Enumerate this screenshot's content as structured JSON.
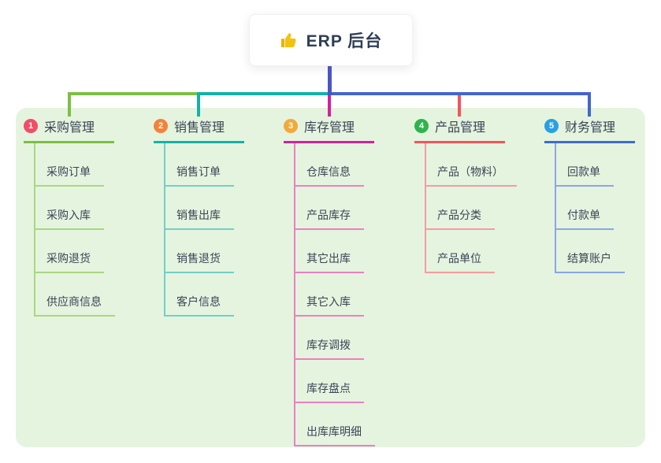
{
  "root": {
    "label": "ERP 后台",
    "icon": "thumbs-up"
  },
  "colors": {
    "page_bg": "#ffffff",
    "panel_bg": "#e5f4df",
    "root_text": "#2f3e55",
    "node_text": "#3b4456",
    "thumb_yellow": "#f4c20d"
  },
  "connectors": {
    "root_stem": "#4a54c6",
    "green": "#7cc043",
    "teal": "#11b3a8",
    "blue": "#4265d0",
    "magenta": "#d4219b",
    "red": "#f2545b"
  },
  "branches": [
    {
      "num": "1",
      "title": "采购管理",
      "badge_color": "#f14e68",
      "line_color": "#7cc043",
      "light_color": "#a9d780",
      "children": [
        "采购订单",
        "采购入库",
        "采购退货",
        "供应商信息"
      ]
    },
    {
      "num": "2",
      "title": "销售管理",
      "badge_color": "#f5813a",
      "line_color": "#11b3a8",
      "light_color": "#72cfc7",
      "children": [
        "销售订单",
        "销售出库",
        "销售退货",
        "客户信息"
      ]
    },
    {
      "num": "3",
      "title": "库存管理",
      "badge_color": "#f2a93c",
      "line_color": "#d4219b",
      "light_color": "#ee7fc0",
      "children": [
        "仓库信息",
        "产品库存",
        "其它出库",
        "其它入库",
        "库存调拨",
        "库存盘点",
        "出库库明细"
      ]
    },
    {
      "num": "4",
      "title": "产品管理",
      "badge_color": "#2eb44d",
      "line_color": "#f2545b",
      "light_color": "#f79ba0",
      "children": [
        "产品（物料）",
        "产品分类",
        "产品单位"
      ]
    },
    {
      "num": "5",
      "title": "财务管理",
      "badge_color": "#2b9fe3",
      "line_color": "#3d6bd3",
      "light_color": "#8aa6e6",
      "children": [
        "回款单",
        "付款单",
        "结算账户"
      ]
    }
  ]
}
